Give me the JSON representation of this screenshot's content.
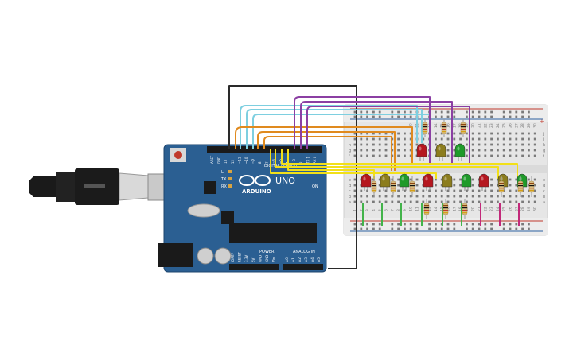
{
  "arduino": {
    "brand_label": "ARDUINO",
    "model_label": "UNO",
    "digital_label": "DIGITAL (PWM~)",
    "power_label": "POWER",
    "analog_label": "ANALOG IN",
    "on_label": "ON",
    "led_labels": [
      "L",
      "TX",
      "RX"
    ],
    "digital_pins": [
      "AREF",
      "GND",
      "13",
      "12",
      "~11",
      "~10",
      "~9",
      "8",
      "7",
      "~6",
      "~5",
      "4",
      "~3",
      "2",
      "TX 1",
      "RX 0"
    ],
    "power_pins": [
      "IOREF",
      "RESET",
      "3.3V",
      "5V",
      "GND",
      "GND",
      "Vin"
    ],
    "analog_pins": [
      "A0",
      "A1",
      "A2",
      "A3",
      "A4",
      "A5"
    ]
  },
  "breadboard": {
    "row_letters_top": [
      "j",
      "i",
      "h",
      "g",
      "f"
    ],
    "row_letters_bottom": [
      "e",
      "d",
      "c",
      "b",
      "a"
    ],
    "column_numbers": [
      "1",
      "2",
      "3",
      "4",
      "5",
      "6",
      "7",
      "8",
      "9",
      "10",
      "11",
      "12",
      "13",
      "14",
      "15",
      "16",
      "17",
      "18",
      "19",
      "20",
      "21",
      "22",
      "23",
      "24",
      "25",
      "26",
      "27",
      "28",
      "29",
      "30"
    ],
    "rail_plus": "+",
    "rail_minus": "-"
  },
  "leds": [
    {
      "id": "L1",
      "color": "#b5171f"
    },
    {
      "id": "L2",
      "color": "#8c7d1e"
    },
    {
      "id": "L3",
      "color": "#1f9a2a"
    },
    {
      "id": "L4",
      "color": "#b5171f"
    },
    {
      "id": "L5",
      "color": "#8c7d1e"
    },
    {
      "id": "L6",
      "color": "#1f9a2a"
    },
    {
      "id": "L7",
      "color": "#b5171f"
    },
    {
      "id": "L8",
      "color": "#8c7d1e"
    },
    {
      "id": "L9",
      "color": "#1f9a2a"
    },
    {
      "id": "L10",
      "color": "#b5171f"
    },
    {
      "id": "L11",
      "color": "#8c7d1e"
    },
    {
      "id": "L12",
      "color": "#1f9a2a"
    }
  ],
  "colors": {
    "board": "#2b5f92",
    "breadboard": "#e6e6e6",
    "wire_black": "#2a2a2a",
    "wire_cyan": "#7ecfe0",
    "wire_orange": "#e08a1e",
    "wire_purple": "#8b3fa3",
    "wire_yellow": "#f2e019",
    "wire_green": "#42b34a",
    "wire_magenta": "#c2297a"
  }
}
